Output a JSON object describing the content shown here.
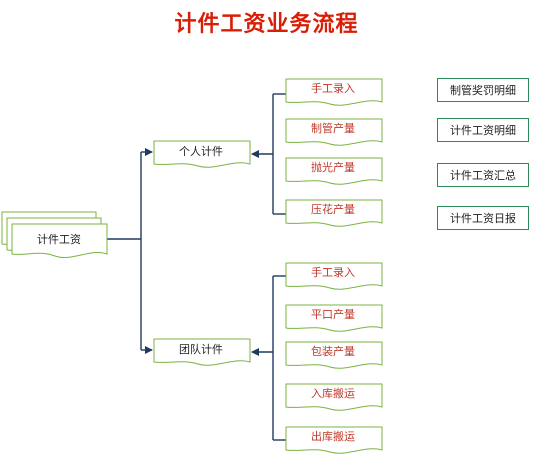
{
  "title": "计件工资业务流程",
  "colors": {
    "title": "#d81e06",
    "child_text": "#c0392b",
    "box_border_green": "#2e8b57",
    "doc_border": "#7cb342",
    "connector": "#1f3a60"
  },
  "root": {
    "label": "计件工资"
  },
  "branches": [
    {
      "label": "个人计件",
      "children": [
        "手工录入",
        "制管产量",
        "抛光产量",
        "压花产量"
      ]
    },
    {
      "label": "团队计件",
      "children": [
        "手工录入",
        "平口产量",
        "包装产量",
        "入库搬运",
        "出库搬运"
      ]
    }
  ],
  "reports": [
    "制管奖罚明细",
    "计件工资明细",
    "计件工资汇总",
    "计件工资日报"
  ]
}
